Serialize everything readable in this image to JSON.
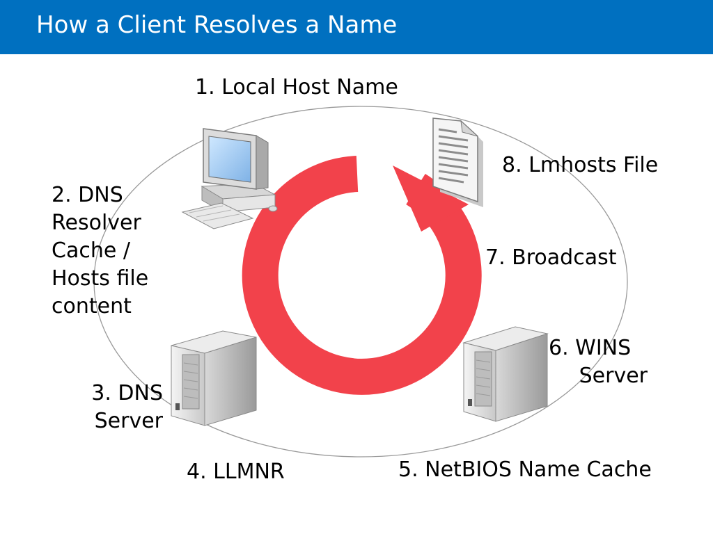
{
  "title": "How a Client Resolves a Name",
  "labels": {
    "step1": "1. Local Host Name",
    "step2_lines": [
      "2. DNS",
      "Resolver",
      "Cache /",
      "Hosts file",
      "content"
    ],
    "step3_lines": [
      "3. DNS",
      "Server"
    ],
    "step4": "4. LLMNR",
    "step5": "5. NetBIOS Name Cache",
    "step6_lines": [
      "6. WINS",
      "Server"
    ],
    "step7": "7. Broadcast",
    "step8": "8. Lmhosts File"
  },
  "colors": {
    "title_bar": "#0070c0",
    "arrow": "#f2424b",
    "ellipse": "#999999"
  },
  "icons": [
    "desktop-computer-icon",
    "document-file-icon",
    "dns-server-icon",
    "wins-server-icon"
  ]
}
